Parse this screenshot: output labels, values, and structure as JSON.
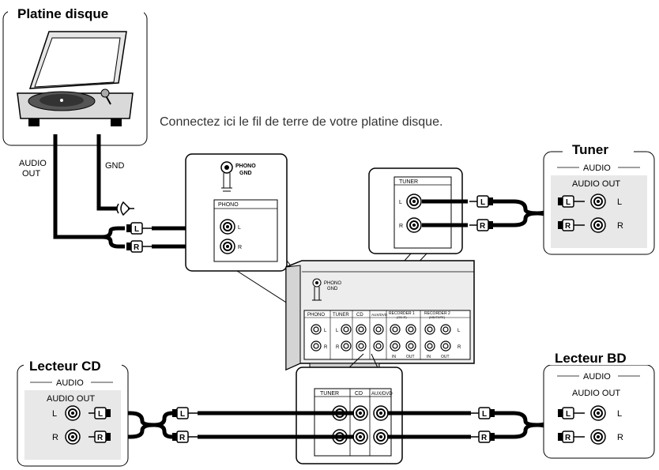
{
  "turntable": {
    "title": "Platine disque",
    "audio_out": [
      "AUDIO",
      "OUT"
    ],
    "gnd": "GND"
  },
  "note": "Connectez ici le fil de terre de votre platine disque.",
  "phono_panel": {
    "gnd_label": [
      "PHONO",
      "GND"
    ],
    "section": "PHONO",
    "left": "L",
    "right": "R"
  },
  "tuner_panel": {
    "section": "TUNER",
    "left": "L",
    "right": "R"
  },
  "tuner": {
    "title": "Tuner",
    "audio": "AUDIO",
    "audio_out": "AUDIO OUT",
    "left": "L",
    "right": "R"
  },
  "receiver": {
    "gnd_label": [
      "PHONO",
      "GND"
    ],
    "inputs": [
      "PHONO",
      "TUNER",
      "CD",
      "AUX/DVD",
      "RECORDER 1",
      "RECORDER 2"
    ],
    "sub_labels": [
      "(CD-R)",
      "(MD/TAPE)"
    ],
    "in_out": [
      "IN",
      "OUT",
      "IN",
      "OUT"
    ],
    "left": "L",
    "right": "R"
  },
  "cd_player": {
    "title": "Lecteur CD",
    "audio": "AUDIO",
    "audio_out": "AUDIO OUT",
    "left": "L",
    "right": "R"
  },
  "bd_player": {
    "title": "Lecteur BD",
    "audio": "AUDIO",
    "audio_out": "AUDIO OUT",
    "left": "L",
    "right": "R"
  },
  "bottom_panel": {
    "sections": [
      "TUNER",
      "CD",
      "AUX/DVD"
    ]
  },
  "plug_letters": {
    "left": "L",
    "right": "R"
  }
}
